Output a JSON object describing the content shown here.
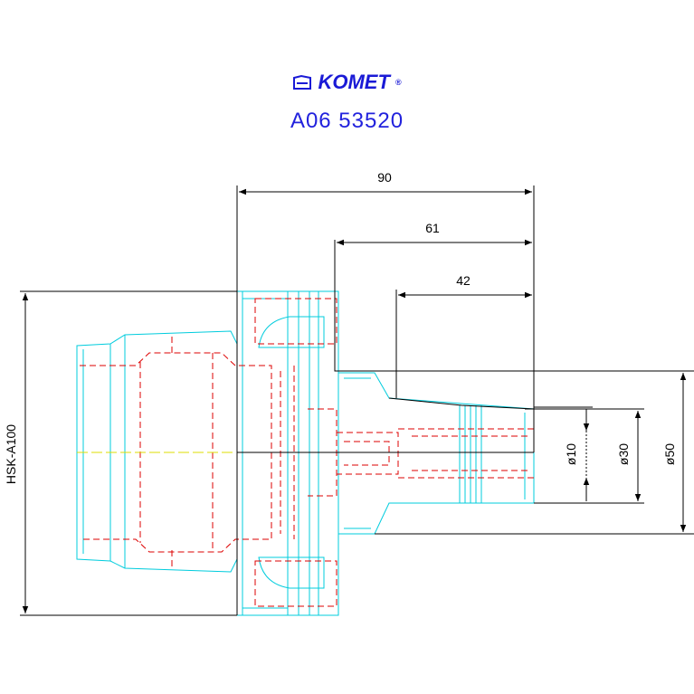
{
  "header": {
    "brand": "KOMET",
    "registered": "®",
    "part_number": "A06 53520"
  },
  "dimensions": {
    "len_90": "90",
    "len_61": "61",
    "len_42": "42",
    "dia_10": "ø10",
    "dia_30": "ø30",
    "dia_50": "ø50",
    "shank": "HSK-A100"
  },
  "colors": {
    "outline": "#00ccdd",
    "hidden": "#dd0000",
    "dimension": "#000000",
    "centerline": "#dddd00",
    "brand": "#1a1ad6"
  },
  "icons": {
    "logo": "komet-logo-icon"
  }
}
